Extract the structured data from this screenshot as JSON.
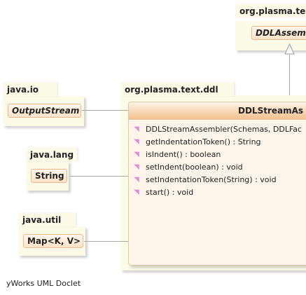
{
  "packages": {
    "top": {
      "name": "org.plasma.te",
      "class_name": "DDLAssem"
    },
    "java_io": {
      "name": "java.io",
      "class_name": "OutputStream"
    },
    "java_lang": {
      "name": "java.lang",
      "class_name": "String"
    },
    "java_util": {
      "name": "java.util",
      "class_name": "Map<K, V>"
    },
    "ddl": {
      "name": "org.plasma.text.ddl"
    }
  },
  "main_class": {
    "title": "DDLStreamAs",
    "methods": [
      "DDLStreamAssembler(Schemas, DDLFac",
      "getIndentationToken() : String",
      "isIndent() : boolean",
      "setIndent(boolean) : void",
      "setIndentationToken(String) : void",
      "start() : void"
    ]
  },
  "footer": "yWorks UML Doclet"
}
